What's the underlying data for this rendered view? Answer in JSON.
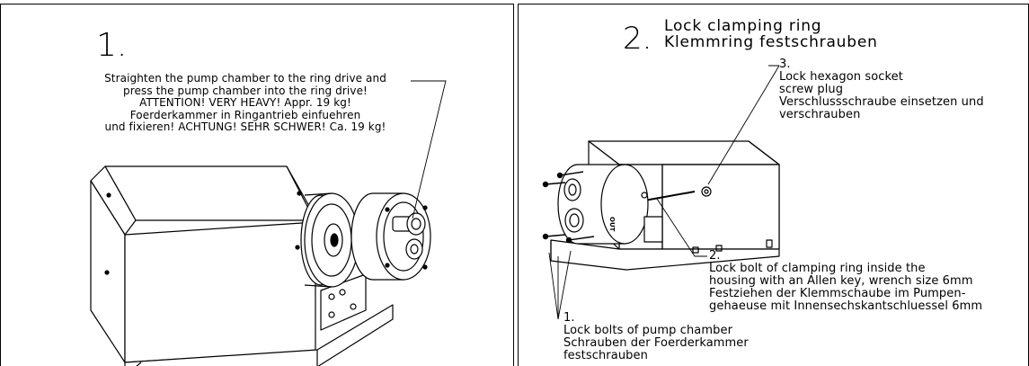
{
  "step1": {
    "number": "1.",
    "instructions": [
      "Straighten the pump chamber to the ring drive and",
      "press the pump chamber into the ring drive!",
      "ATTENTION! VERY HEAVY! Appr. 19 kg!",
      "Foerderkammer in Ringantrieb einfuehren",
      "und fixieren! ACHTUNG! SEHR SCHWER! Ca. 19 kg!"
    ]
  },
  "step2": {
    "number": "2.",
    "title_en": "Lock clamping ring",
    "title_de": "Klemmring festschrauben",
    "callout3": {
      "index": "3.",
      "lines": [
        "Lock hexagon socket",
        "screw plug",
        "Verschlussschraube einsetzen und",
        "verschrauben"
      ]
    },
    "callout2": {
      "index": "2.",
      "lines": [
        "Lock bolt of clamping ring inside the",
        "housing with an Allen key, wrench size 6mm",
        "Festziehen der Klemmschaube im Pumpen-",
        "gehaeuse mit Innensechskantschluessel 6mm"
      ]
    },
    "callout1": {
      "index": "1.",
      "lines": [
        "Lock bolts of pump chamber",
        "Schrauben der Foerderkammer",
        "festschrauben"
      ]
    },
    "part_marking": "OUT"
  }
}
